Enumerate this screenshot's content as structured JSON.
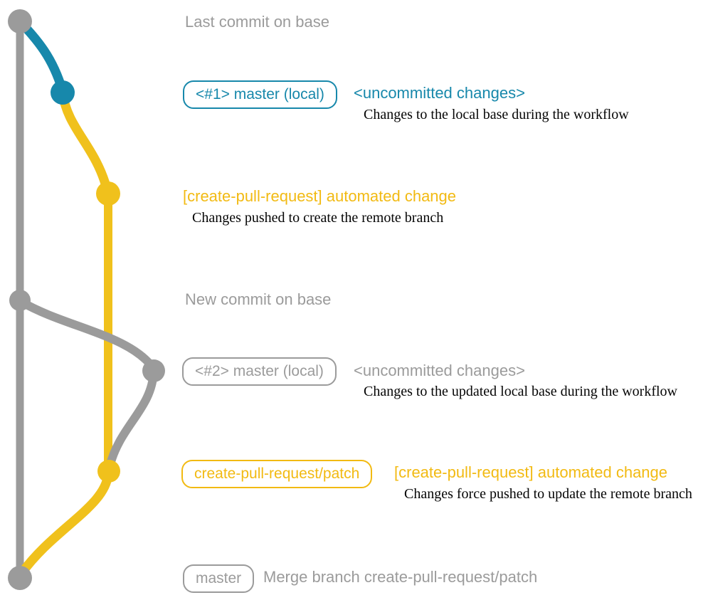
{
  "colors": {
    "gray": "#9b9b9b",
    "blue": "#1788ab",
    "yellow": "#f0c11c",
    "yellow_text": "#f2ba12",
    "ink": "#050505",
    "background": "#ffffff"
  },
  "annotations": {
    "last_commit_heading": "Last commit on base",
    "row1": {
      "badge": "<#1> master (local)",
      "title": "<uncommitted changes>",
      "desc": "Changes to the local base during the workflow"
    },
    "row2": {
      "title": "[create-pull-request] automated change",
      "desc": "Changes pushed to create the remote branch"
    },
    "new_commit_heading": "New commit on base",
    "row3": {
      "badge": "<#2> master (local)",
      "title": "<uncommitted changes>",
      "desc": "Changes to the updated local base during the workflow"
    },
    "row4": {
      "badge": "create-pull-request/patch",
      "title": "[create-pull-request] automated change",
      "desc": "Changes force pushed to update the remote branch"
    },
    "merge_row": {
      "badge": "master",
      "text": "Merge branch create-pull-request/patch"
    }
  },
  "graph": {
    "commits": [
      {
        "id": "last-base-commit",
        "branch": "base",
        "color": "gray"
      },
      {
        "id": "local-commit-1",
        "branch": "master-local",
        "color": "blue"
      },
      {
        "id": "patch-commit-1",
        "branch": "create-pull-request/patch",
        "color": "yellow"
      },
      {
        "id": "new-base-commit",
        "branch": "base",
        "color": "gray"
      },
      {
        "id": "local-commit-2",
        "branch": "master-local",
        "color": "gray"
      },
      {
        "id": "patch-commit-2",
        "branch": "create-pull-request/patch",
        "color": "yellow"
      },
      {
        "id": "merge-commit",
        "branch": "base",
        "color": "gray"
      }
    ]
  }
}
